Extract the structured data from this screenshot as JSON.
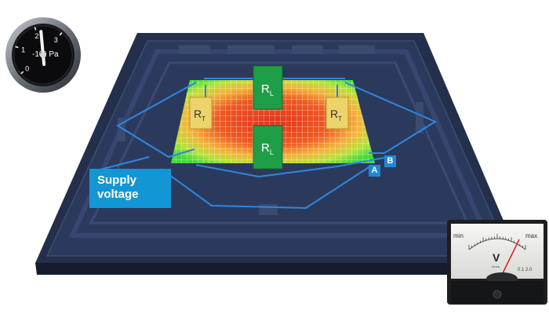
{
  "resistors": {
    "load": "R",
    "load_sub": "L",
    "temp": "R",
    "temp_sub": "T"
  },
  "supply_label": [
    "Supply",
    "voltage"
  ],
  "terminals": {
    "a": "A",
    "b": "B"
  },
  "pressure_gauge": {
    "ticks": [
      "0",
      "1",
      "2",
      "3"
    ],
    "unit_text": "-10⁵ Pa",
    "needle_value": 2.2
  },
  "voltmeter": {
    "min_label": "min",
    "max_label": "max",
    "unit": "V",
    "sub_label": "mmm",
    "corner_text": "0.1 2.0"
  },
  "colors": {
    "substrate": "#2a3858",
    "wire": "#2f86e0",
    "resistor_load": "#1f9e48",
    "resistor_temp": "#ecd46a",
    "heat_hot": "#e8401e",
    "heat_cool": "#3fd93a"
  }
}
